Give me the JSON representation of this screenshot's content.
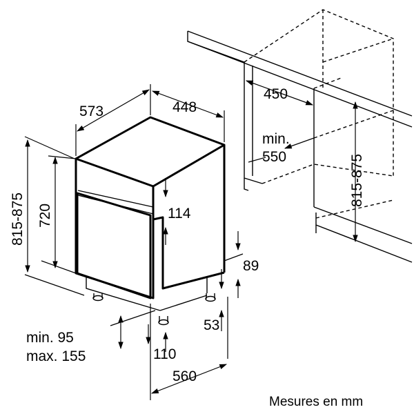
{
  "dimensions": {
    "depth": "573",
    "width": "448",
    "niche_width": "450",
    "niche_depth_min_label": "min.",
    "niche_depth_min_value": "550",
    "niche_height": "815-875",
    "height_range": "815-875",
    "body_height": "720",
    "door_gap": "114",
    "plinth_89": "89",
    "plinth_53": "53",
    "foot_min_label": "min. 95",
    "foot_max_label": "max. 155",
    "foot_110": "110",
    "depth_560": "560"
  },
  "footer": {
    "units_note": "Mesures en mm"
  }
}
